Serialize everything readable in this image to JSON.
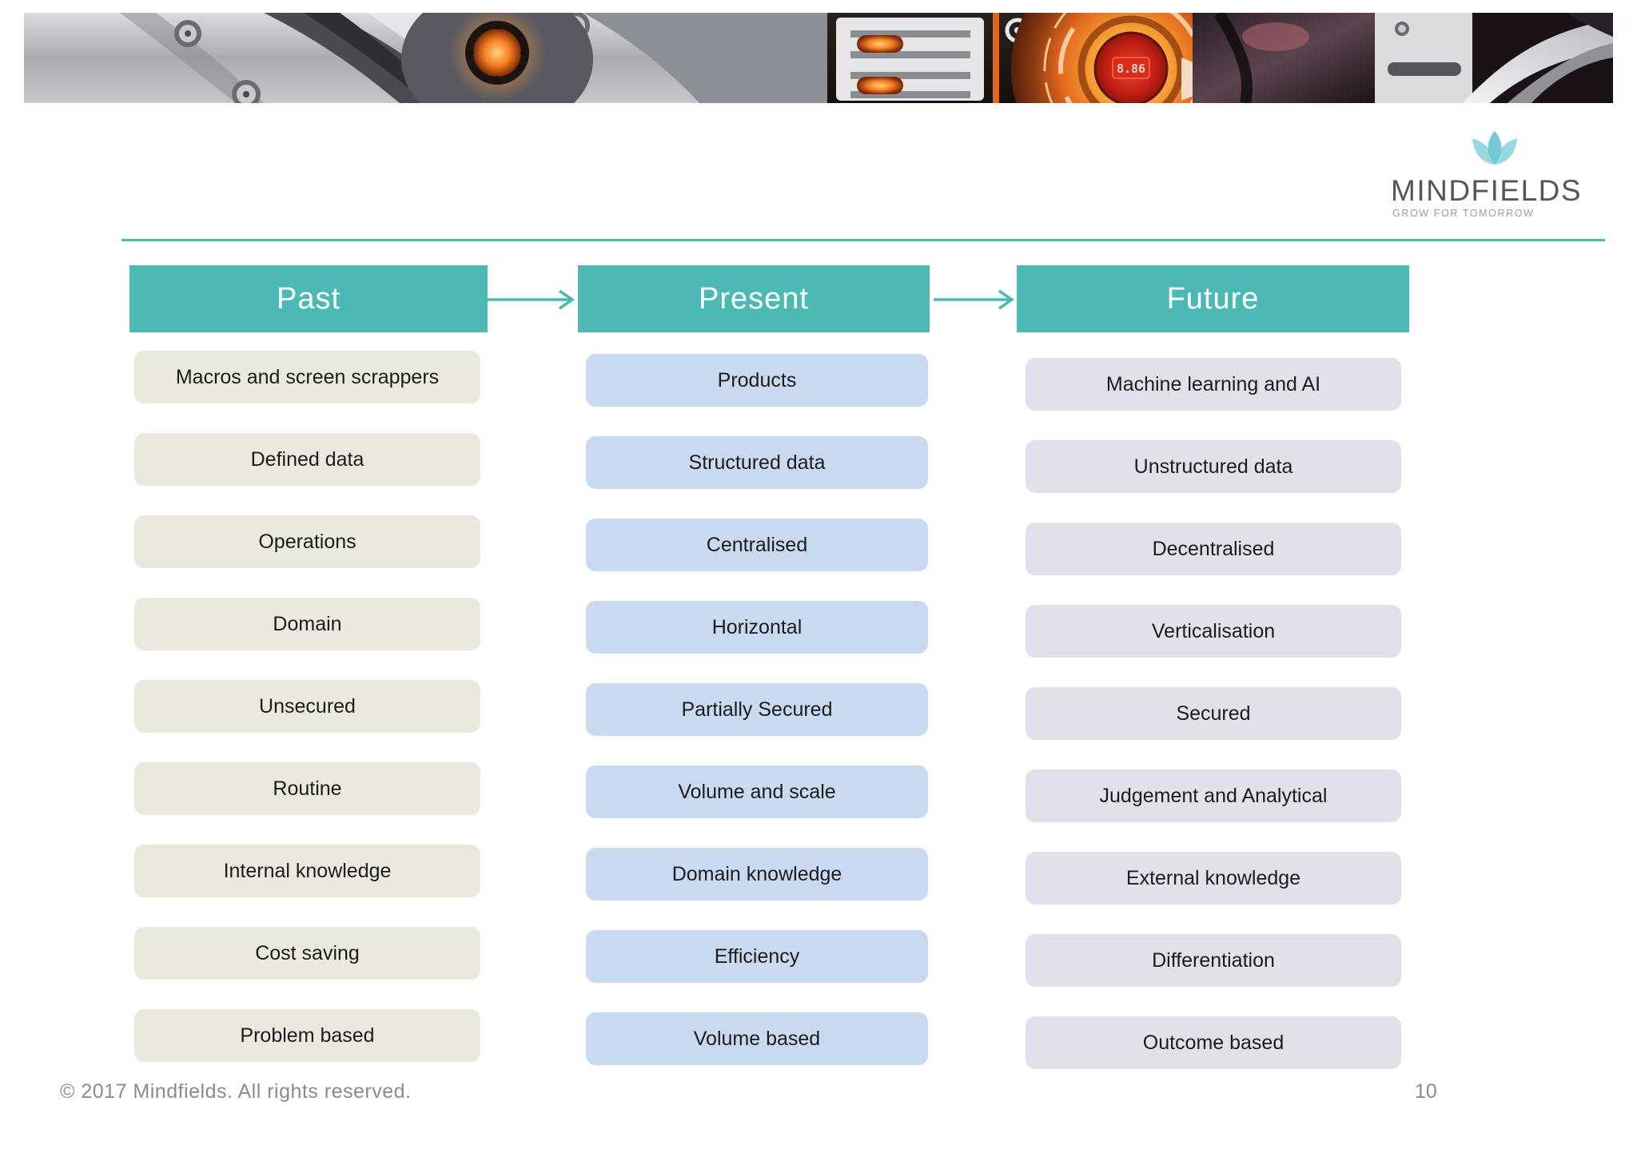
{
  "banner": {
    "description": "robotic machinery close-up strip with glowing orange sensor eye",
    "eye_reading": "8.86"
  },
  "logo": {
    "name": "MINDFIELDS",
    "tagline": "GROW FOR TOMORROW"
  },
  "diagram": {
    "columns": [
      {
        "id": "past",
        "header": "Past",
        "items": [
          "Macros and screen scrappers",
          "Defined data",
          "Operations",
          "Domain",
          "Unsecured",
          "Routine",
          "Internal knowledge",
          "Cost saving",
          "Problem based"
        ]
      },
      {
        "id": "present",
        "header": "Present",
        "items": [
          "Products",
          "Structured data",
          "Centralised",
          "Horizontal",
          "Partially Secured",
          "Volume and scale",
          "Domain knowledge",
          "Efficiency",
          "Volume based"
        ]
      },
      {
        "id": "future",
        "header": "Future",
        "items": [
          "Machine learning and AI",
          "Unstructured data",
          "Decentralised",
          "Verticalisation",
          "Secured",
          "Judgement and Analytical",
          "External knowledge",
          "Differentiation",
          "Outcome based"
        ]
      }
    ]
  },
  "footer": {
    "copyright": "© 2017  Mindfields. All rights reserved.",
    "page_number": "10"
  },
  "colors": {
    "teal": "#4cb9b4",
    "past_box": "#ebe9dd",
    "present_box": "#c9d9f0",
    "future_box": "#e2e0ea",
    "header_text": "#ffffff",
    "item_text": "#1c1c1c",
    "footer_text": "#8b8b8e",
    "logo_text": "#54565a",
    "logo_tagline": "#9a9ca0",
    "logo_leaf": "#79c9d6"
  }
}
